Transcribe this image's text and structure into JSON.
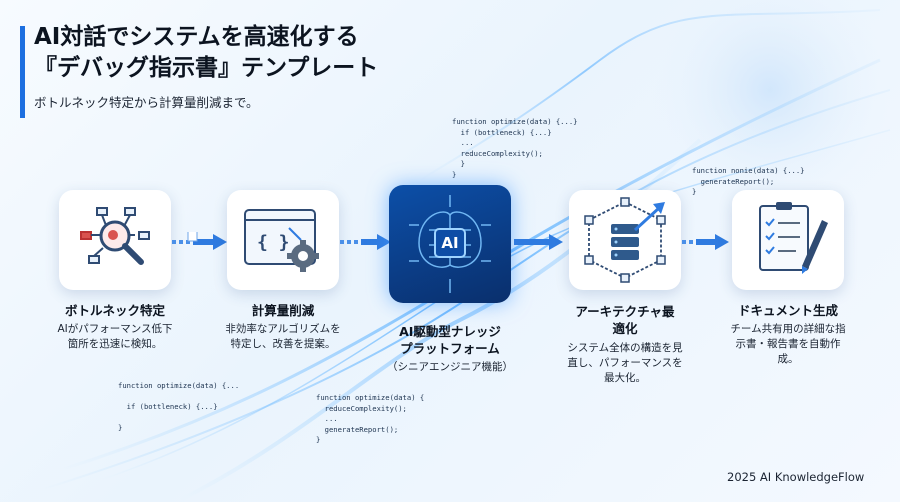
{
  "header": {
    "title_line1": "AI対話でシステムを高速化する",
    "title_line2": "『デバッグ指示書』テンプレート",
    "subtitle": "ボトルネック特定から計算量削減まで。"
  },
  "code_snippets": [
    "function optimize(data) {...}\n  if (bottleneck) {...}\n  ...\n  reduceComplexity();\n  }\n}",
    "function nonie(data) {...}\n  generateReport();\n}",
    "function optimize(data) {...\n\n  if (bottleneck) {...}\n\n}",
    "function optimize(data) {\n  reduceComplexity();\n  ...\n  generateReport();\n}"
  ],
  "steps": [
    {
      "title": "ボトルネック特定",
      "desc1": "AIがパフォーマンス低下",
      "desc2": "箇所を迅速に検知。",
      "icon": "magnifier-network-icon"
    },
    {
      "title": "計算量削減",
      "desc1": "非効率なアルゴリズムを",
      "desc2": "特定し、改善を提案。",
      "icon": "code-gear-icon"
    },
    {
      "title_line1": "AI駆動型ナレッジ",
      "title_line2": "プラットフォーム",
      "desc1": "（シニアエンジニア機能）",
      "badge": "AI",
      "icon": "ai-brain-chip-icon"
    },
    {
      "title_line1": "アーキテクチャ最",
      "title_line2": "適化",
      "desc1": "システム全体の構造を見",
      "desc2": "直し、パフォーマンスを",
      "desc3": "最大化。",
      "icon": "server-stack-icon"
    },
    {
      "title": "ドキュメント生成",
      "desc1": "チーム共有用の詳細な指",
      "desc2": "示書・報告書を自動作",
      "desc3": "成。",
      "icon": "document-pen-icon"
    }
  ],
  "footer": {
    "brand": "2025 AI KnowledgeFlow"
  },
  "colors": {
    "accent": "#1d6fe0",
    "glow": "#4aa8ff",
    "dark_card": "#0b3a82"
  }
}
